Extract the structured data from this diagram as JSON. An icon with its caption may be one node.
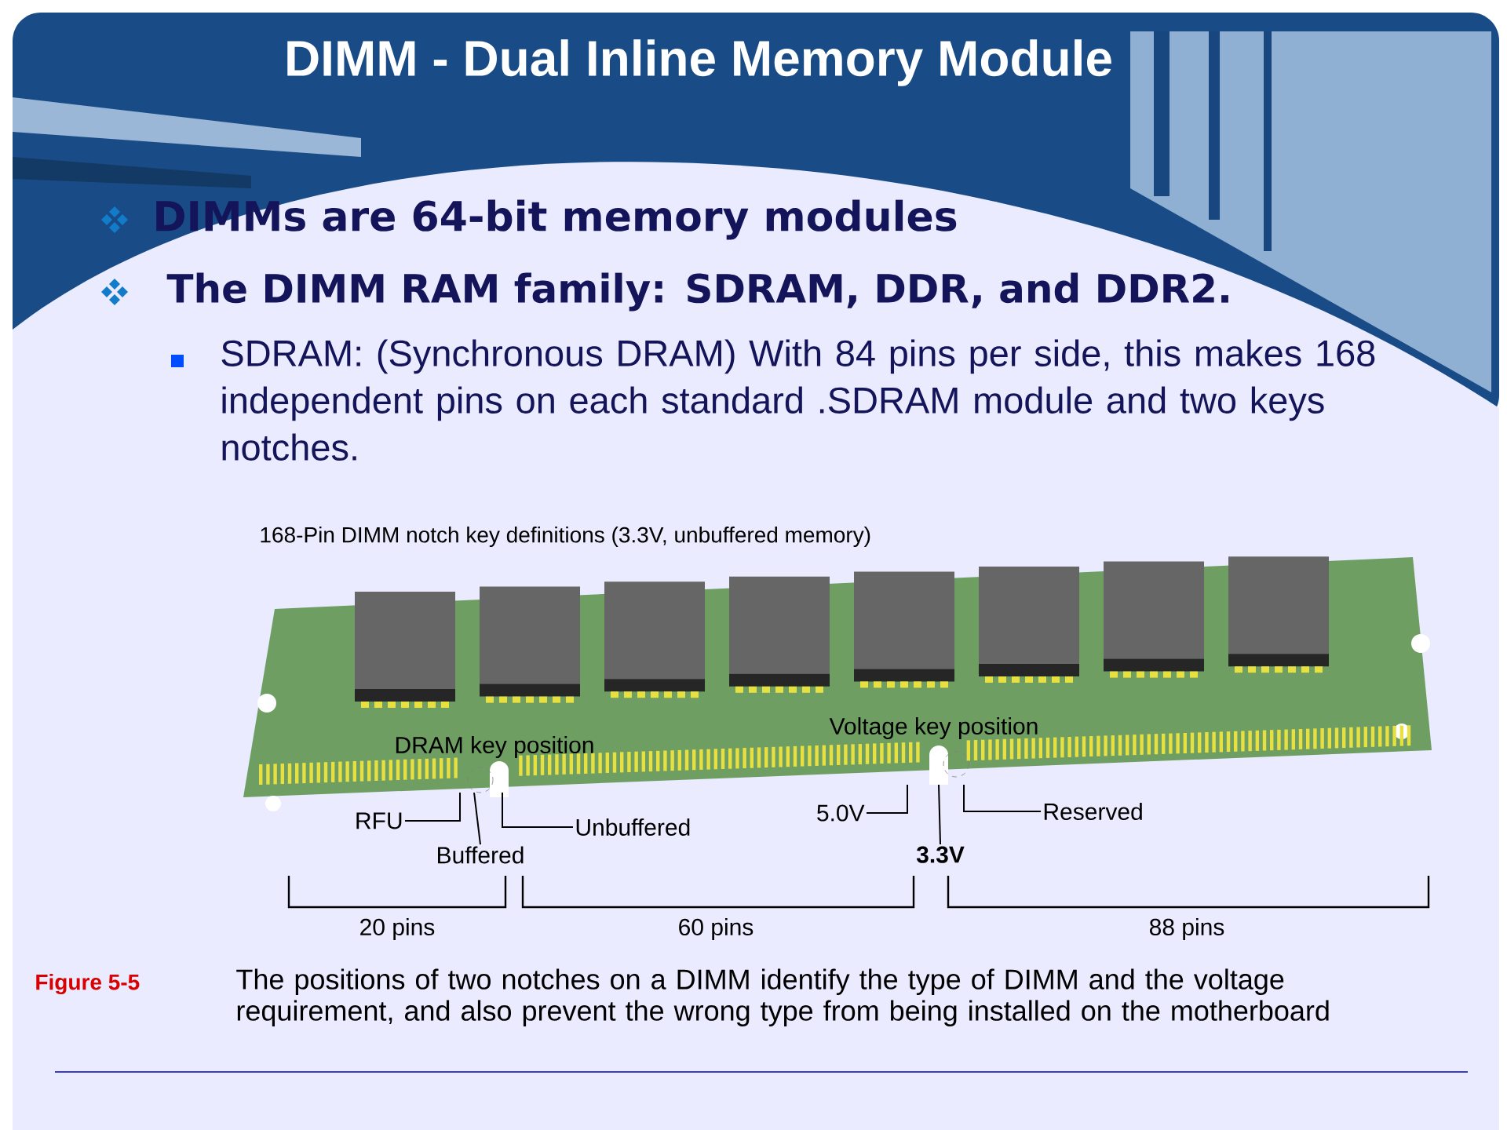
{
  "diagram": {
    "title": "DIMM - Dual Inline Memory Module",
    "nodes": [
      {
        "text": [
          "RFU"
        ]
      },
      {
        "text": [
          "Buffered"
        ]
      },
      {
        "text": [
          "Unbuffered"
        ]
      },
      {
        "text": [
          "5.0V"
        ]
      },
      {
        "text": [
          "3.3V"
        ]
      },
      {
        "text": [
          "Reserved"
        ]
      }
    ],
    "edges": [
      {
        "from": 0,
        "to": null,
        "arrow": "none"
      },
      {
        "from": 1,
        "to": null,
        "arrow": "none"
      },
      {
        "from": 2,
        "to": null,
        "arrow": "none"
      },
      {
        "from": 3,
        "to": null,
        "arrow": "none"
      },
      {
        "from": 4,
        "to": null,
        "arrow": "none"
      },
      {
        "from": 5,
        "to": null,
        "arrow": "none"
      }
    ],
    "labels": [
      "DIMMs are 64-bit memory modules",
      "The DIMM RAM family: SDRAM, DDR, and DDR2.",
      "SDRAM: (Synchronous DRAM) With 84 pins per side, this makes 168 independent pins on each standard .SDRAM module and two keys notches.",
      "168-Pin DIMM notch key definitions (3.3V, unbuffered memory)",
      "DRAM key position",
      "Voltage key position",
      "20 pins",
      "60 pins",
      "88 pins",
      "Figure 5-5"
    ],
    "caption": "The positions of two notches on a DIMM identify the type of DIMM and the voltage requirement, and also prevent the wrong type from being installed on the motherboard"
  }
}
